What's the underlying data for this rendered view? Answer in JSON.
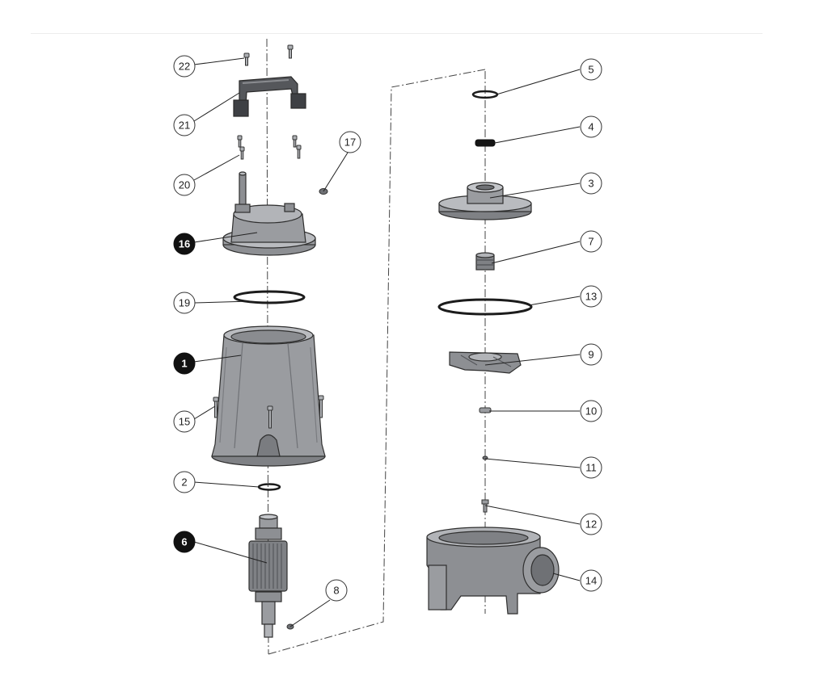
{
  "colors": {
    "part_fill": "#9a9ca0",
    "part_fill_dark": "#6f7175",
    "part_light": "#b9bbbf",
    "part_stroke": "#3a3a3a",
    "leader": "#222222",
    "callout_dark_fill": "#111111",
    "callout_text_dark": "#ffffff",
    "callout_light_fill": "#ffffff",
    "callout_text_light": "#222222",
    "axis": "#444444"
  },
  "callouts": [
    {
      "id": "callout-22",
      "label": "22",
      "style": "light"
    },
    {
      "id": "callout-21",
      "label": "21",
      "style": "light"
    },
    {
      "id": "callout-20",
      "label": "20",
      "style": "light"
    },
    {
      "id": "callout-17",
      "label": "17",
      "style": "light"
    },
    {
      "id": "callout-16",
      "label": "16",
      "style": "dark"
    },
    {
      "id": "callout-19",
      "label": "19",
      "style": "light"
    },
    {
      "id": "callout-1",
      "label": "1",
      "style": "dark"
    },
    {
      "id": "callout-15",
      "label": "15",
      "style": "light"
    },
    {
      "id": "callout-2",
      "label": "2",
      "style": "light"
    },
    {
      "id": "callout-6",
      "label": "6",
      "style": "dark"
    },
    {
      "id": "callout-8",
      "label": "8",
      "style": "light"
    },
    {
      "id": "callout-5",
      "label": "5",
      "style": "light"
    },
    {
      "id": "callout-4",
      "label": "4",
      "style": "light"
    },
    {
      "id": "callout-3",
      "label": "3",
      "style": "light"
    },
    {
      "id": "callout-7",
      "label": "7",
      "style": "light"
    },
    {
      "id": "callout-13",
      "label": "13",
      "style": "light"
    },
    {
      "id": "callout-9",
      "label": "9",
      "style": "light"
    },
    {
      "id": "callout-10",
      "label": "10",
      "style": "light"
    },
    {
      "id": "callout-11",
      "label": "11",
      "style": "light"
    },
    {
      "id": "callout-12",
      "label": "12",
      "style": "light"
    },
    {
      "id": "callout-14",
      "label": "14",
      "style": "light"
    }
  ]
}
